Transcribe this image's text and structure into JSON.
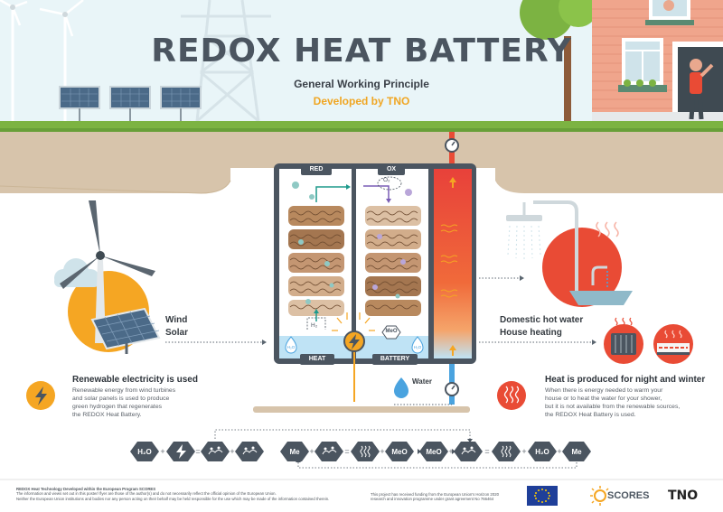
{
  "header": {
    "title": "REDOX HEAT BATTERY",
    "subtitle": "General Working Principle",
    "developer": "Developed by TNO"
  },
  "battery": {
    "red_label": "RED",
    "ox_label": "OX",
    "heat_label": "HEAT",
    "battery_label": "BATTERY",
    "o2": "O₂",
    "h2": "H₂",
    "h2o_left": "H₂O",
    "h2o_right": "H₂O",
    "meo": "MeO"
  },
  "inputs": {
    "line1": "Wind",
    "line2": "Solar"
  },
  "outputs": {
    "line1": "Domestic hot water",
    "line2": "House heating"
  },
  "water_label": "Water",
  "info_left": {
    "heading": "Renewable electricity is used",
    "text": [
      "Renewable energy from wind turbines",
      "and solar panels is used to produce",
      "green hydrogen that regenerates",
      "the REDOX Heat Battery."
    ]
  },
  "info_right": {
    "heading": "Heat is produced for night and winter",
    "text": [
      "When there is energy needed to warm your",
      "house or to heat the water for your shower,",
      "but it is not available from the renewable sources,",
      "the REDOX Heat Battery is used."
    ]
  },
  "equation": {
    "h2o": "H₂O",
    "me": "Me",
    "meo": "MeO",
    "plus": "+",
    "equals": "="
  },
  "footer": {
    "left": [
      "REDOX Heat Technology Developed within the European Program SCORES",
      "The information and views set out in this poster/ flyer are those of the author(s) and do not necessarily reflect the official opinion of the European Union.",
      "Neither the European Union institutions and bodies nor any person acting on their behalf may be held responsible for the use which may be made of the information contained therein."
    ],
    "middle": [
      "This project has received funding from the European Union's Horizon 2020",
      "research and innovation programme under grant agreement No 766464"
    ],
    "scores": "SCORES",
    "tno": "TNO"
  },
  "colors": {
    "sky": "#e9f5f8",
    "grass": "#7cb342",
    "soil": "#d7c4ab",
    "orange": "#f5a623",
    "red_circle": "#e94b35",
    "slate": "#4b5560",
    "water": "#4aa3df",
    "pellet": "#b8895e"
  }
}
